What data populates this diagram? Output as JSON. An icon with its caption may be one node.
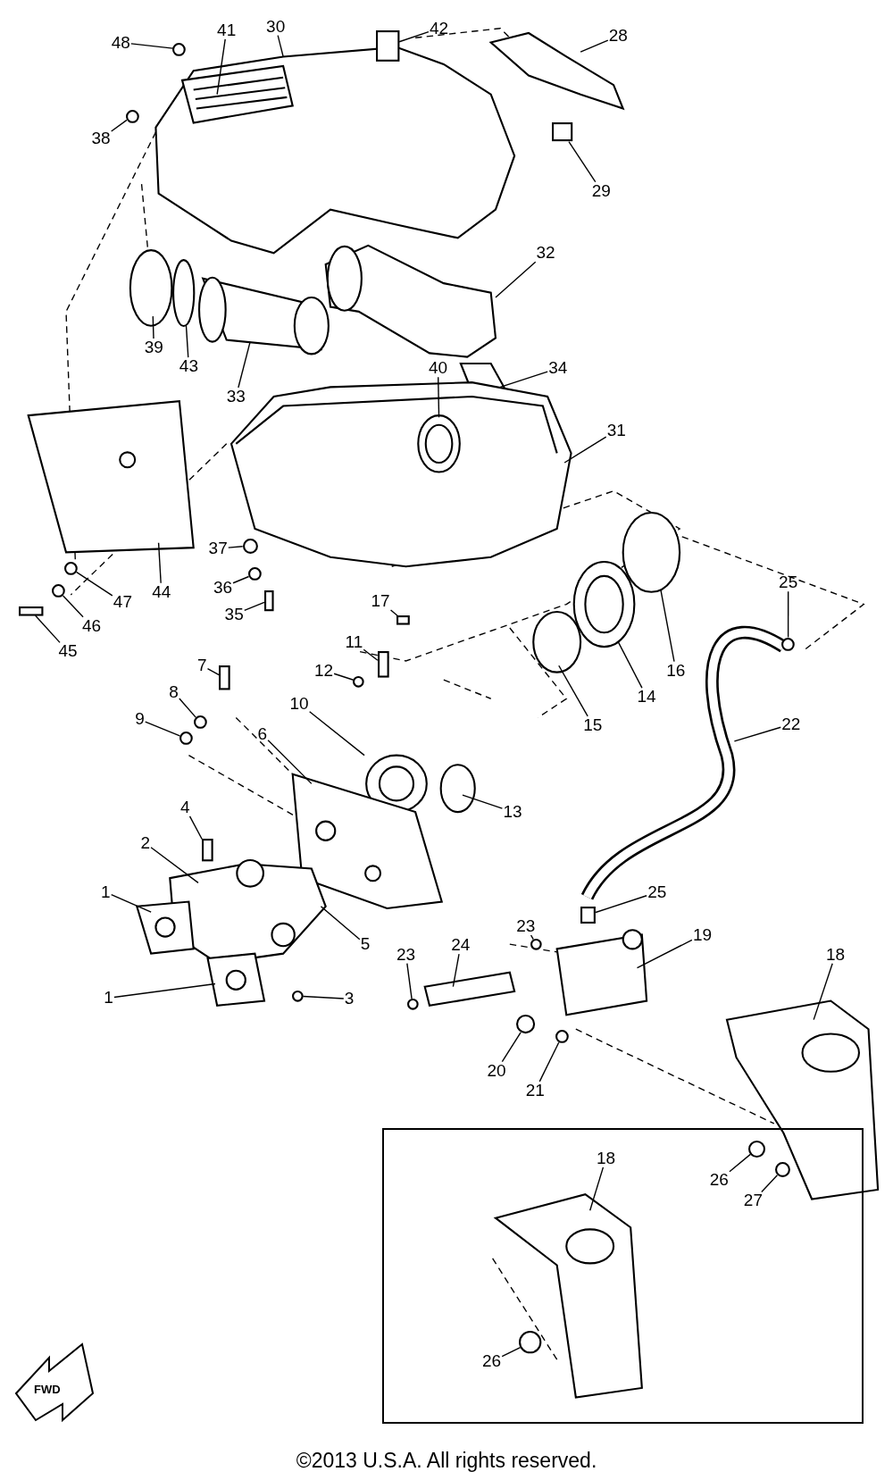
{
  "diagram": {
    "nodes": [
      {
        "text": [
          "48"
        ]
      },
      {
        "text": [
          "41"
        ]
      },
      {
        "text": [
          "30"
        ]
      },
      {
        "text": [
          "42"
        ]
      },
      {
        "text": [
          "28"
        ]
      },
      {
        "text": [
          "38"
        ]
      },
      {
        "text": [
          "29"
        ]
      },
      {
        "text": [
          "32"
        ]
      },
      {
        "text": [
          "39"
        ]
      },
      {
        "text": [
          "43"
        ]
      },
      {
        "text": [
          "33"
        ]
      },
      {
        "text": [
          "34"
        ]
      },
      {
        "text": [
          "40"
        ]
      },
      {
        "text": [
          "31"
        ]
      },
      {
        "text": [
          "37"
        ]
      },
      {
        "text": [
          "44"
        ]
      },
      {
        "text": [
          "47"
        ]
      },
      {
        "text": [
          "36"
        ]
      },
      {
        "text": [
          "46"
        ]
      },
      {
        "text": [
          "35"
        ]
      },
      {
        "text": [
          "45"
        ]
      },
      {
        "text": [
          "17"
        ]
      },
      {
        "text": [
          "25"
        ]
      },
      {
        "text": [
          "11"
        ]
      },
      {
        "text": [
          "12"
        ]
      },
      {
        "text": [
          "16"
        ]
      },
      {
        "text": [
          "14"
        ]
      },
      {
        "text": [
          "7"
        ]
      },
      {
        "text": [
          "15"
        ]
      },
      {
        "text": [
          "8"
        ]
      },
      {
        "text": [
          "9"
        ]
      },
      {
        "text": [
          "10"
        ]
      },
      {
        "text": [
          "22"
        ]
      },
      {
        "text": [
          "6"
        ]
      },
      {
        "text": [
          "13"
        ]
      },
      {
        "text": [
          "4"
        ]
      },
      {
        "text": [
          "2"
        ]
      },
      {
        "text": [
          "1"
        ]
      },
      {
        "text": [
          "5"
        ]
      },
      {
        "text": [
          "25"
        ]
      },
      {
        "text": [
          "23"
        ]
      },
      {
        "text": [
          "19"
        ]
      },
      {
        "text": [
          "18"
        ]
      },
      {
        "text": [
          "23"
        ]
      },
      {
        "text": [
          "24"
        ]
      },
      {
        "text": [
          "3"
        ]
      },
      {
        "text": [
          "1"
        ]
      },
      {
        "text": [
          "20"
        ]
      },
      {
        "text": [
          "21"
        ]
      },
      {
        "text": [
          "26"
        ],
        "in": 51
      },
      {
        "text": [
          "27"
        ],
        "in": 51
      },
      {
        "text": [],
        "shape": "box"
      },
      {
        "text": [
          "18"
        ],
        "in": 51
      },
      {
        "text": [
          "26"
        ],
        "in": 51
      },
      {
        "text": [],
        "shape": "circle"
      },
      {
        "text": [],
        "shape": "box"
      },
      {
        "text": [],
        "shape": "circle"
      },
      {
        "text": [],
        "shape": "box"
      },
      {
        "text": [],
        "shape": "ring"
      },
      {
        "text": [],
        "shape": "circle"
      },
      {
        "text": [],
        "shape": "circle"
      },
      {
        "text": [],
        "shape": "circle"
      },
      {
        "text": [],
        "shape": "circle"
      },
      {
        "text": [],
        "shape": "box"
      },
      {
        "text": [],
        "shape": "box"
      },
      {
        "text": [],
        "shape": "box"
      },
      {
        "text": [],
        "shape": "circle"
      },
      {
        "text": [],
        "shape": "box"
      },
      {
        "text": [],
        "shape": "circle"
      },
      {
        "text": [],
        "shape": "box"
      },
      {
        "text": [],
        "shape": "circle"
      },
      {
        "text": [],
        "shape": "circle"
      },
      {
        "text": [],
        "shape": "box"
      },
      {
        "text": [],
        "shape": "box"
      },
      {
        "text": [],
        "shape": "circle"
      },
      {
        "text": [],
        "shape": "circle"
      },
      {
        "text": [],
        "shape": "circle"
      },
      {
        "text": [],
        "shape": "circle"
      },
      {
        "text": [],
        "shape": "circle"
      },
      {
        "text": [],
        "shape": "circle",
        "in": 51
      },
      {
        "text": [],
        "shape": "circle",
        "in": 51
      },
      {
        "text": [],
        "shape": "circle",
        "in": 51
      }
    ],
    "edges": [
      {
        "from": 0,
        "to": 54,
        "arrow": "none"
      },
      {
        "from": 1,
        "to": null,
        "arrow": "none"
      },
      {
        "from": 2,
        "to": null,
        "arrow": "none"
      },
      {
        "from": 3,
        "to": 55,
        "arrow": "none"
      },
      {
        "from": 4,
        "to": null,
        "arrow": "none"
      },
      {
        "from": 5,
        "to": 56,
        "arrow": "none"
      },
      {
        "from": 6,
        "to": 57,
        "arrow": "none"
      },
      {
        "from": 7,
        "to": null,
        "arrow": "none"
      },
      {
        "from": 8,
        "to": null,
        "arrow": "none"
      },
      {
        "from": 9,
        "to": 58,
        "arrow": "none"
      },
      {
        "from": 10,
        "to": null,
        "arrow": "none"
      },
      {
        "from": 11,
        "to": null,
        "arrow": "none"
      },
      {
        "from": 12,
        "to": null,
        "arrow": "none"
      },
      {
        "from": 13,
        "to": null,
        "arrow": "none"
      },
      {
        "from": 14,
        "to": 59,
        "arrow": "none"
      },
      {
        "from": 15,
        "to": null,
        "arrow": "none"
      },
      {
        "from": 16,
        "to": 60,
        "arrow": "none"
      },
      {
        "from": 17,
        "to": 61,
        "arrow": "none"
      },
      {
        "from": 18,
        "to": 62,
        "arrow": "none"
      },
      {
        "from": 19,
        "to": 63,
        "arrow": "none"
      },
      {
        "from": 20,
        "to": 64,
        "arrow": "none"
      },
      {
        "from": 21,
        "to": 65,
        "arrow": "none"
      },
      {
        "from": 22,
        "to": 66,
        "arrow": "none"
      },
      {
        "from": 23,
        "to": 67,
        "arrow": "none"
      },
      {
        "from": 24,
        "to": 68,
        "arrow": "none"
      },
      {
        "from": 25,
        "to": null,
        "arrow": "none"
      },
      {
        "from": 26,
        "to": null,
        "arrow": "none"
      },
      {
        "from": 27,
        "to": 69,
        "arrow": "none"
      },
      {
        "from": 28,
        "to": null,
        "arrow": "none"
      },
      {
        "from": 29,
        "to": 70,
        "arrow": "none"
      },
      {
        "from": 30,
        "to": 71,
        "arrow": "none"
      },
      {
        "from": 31,
        "to": null,
        "arrow": "none"
      },
      {
        "from": 32,
        "to": null,
        "arrow": "none"
      },
      {
        "from": 33,
        "to": null,
        "arrow": "none"
      },
      {
        "from": 34,
        "to": null,
        "arrow": "none"
      },
      {
        "from": 35,
        "to": 72,
        "arrow": "none"
      },
      {
        "from": 36,
        "to": null,
        "arrow": "none"
      },
      {
        "from": 37,
        "to": null,
        "arrow": "none"
      },
      {
        "from": 38,
        "to": null,
        "arrow": "none"
      },
      {
        "from": 39,
        "to": 73,
        "arrow": "none"
      },
      {
        "from": 40,
        "to": 74,
        "arrow": "none"
      },
      {
        "from": 41,
        "to": null,
        "arrow": "none"
      },
      {
        "from": 42,
        "to": null,
        "arrow": "none"
      },
      {
        "from": 43,
        "to": 75,
        "arrow": "none"
      },
      {
        "from": 44,
        "to": null,
        "arrow": "none"
      },
      {
        "from": 45,
        "to": 76,
        "arrow": "none"
      },
      {
        "from": 46,
        "to": null,
        "arrow": "none"
      },
      {
        "from": 47,
        "to": 77,
        "arrow": "none"
      },
      {
        "from": 48,
        "to": 78,
        "arrow": "none"
      },
      {
        "from": 49,
        "to": 79,
        "arrow": "none"
      },
      {
        "from": 50,
        "to": 80,
        "arrow": "none"
      },
      {
        "from": 52,
        "to": null,
        "arrow": "none"
      },
      {
        "from": 53,
        "to": 81,
        "arrow": "none"
      }
    ],
    "labels": [
      "FWD",
      "©2013 U.S.A. All rights reserved."
    ]
  }
}
